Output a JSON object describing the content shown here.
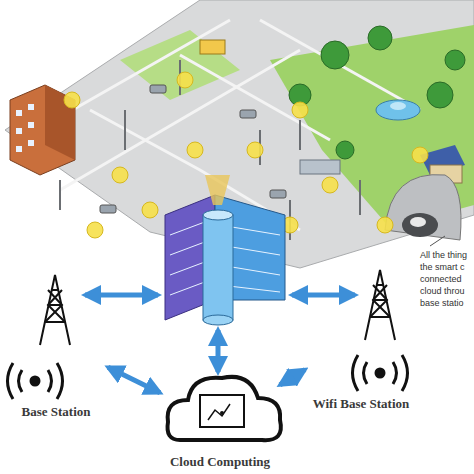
{
  "diagram": {
    "nodes": [
      {
        "text": [
          "Base Station"
        ]
      },
      {
        "text": [
          "Wifi Base Station"
        ]
      },
      {
        "text": [
          "Cloud Computing"
        ]
      }
    ],
    "edges": [
      {
        "from": 0,
        "to": 2,
        "arrow": "both"
      },
      {
        "from": 1,
        "to": 2,
        "arrow": "both"
      }
    ],
    "labels": [
      "All the thing",
      "the smart c",
      "connected",
      "cloud throu",
      "base statio"
    ]
  }
}
